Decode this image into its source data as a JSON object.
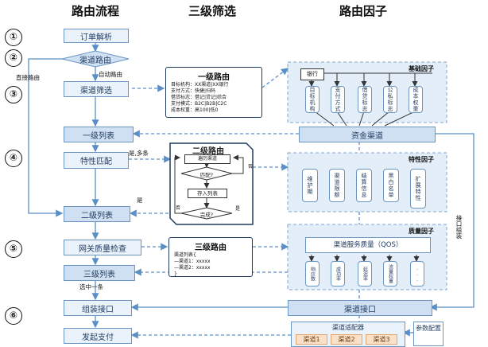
{
  "columns": {
    "flow": "路由流程",
    "filter": "三级筛选",
    "factor": "路由因子"
  },
  "steps": [
    "①",
    "②",
    "③",
    "④",
    "⑤",
    "⑥"
  ],
  "flow": {
    "order_parse": "订单解析",
    "channel_route": "渠道路由",
    "channel_filter": "渠道筛选",
    "list1": "一级列表",
    "feature_match": "特性匹配",
    "list2": "二级列表",
    "gateway_check": "网关质量检查",
    "list3": "三级列表",
    "assemble": "组装接口",
    "pay": "发起支付"
  },
  "edge_labels": {
    "direct": "直接路由",
    "auto": "自动路由",
    "multi": "是,多条",
    "yes": "是",
    "pick_one": "选中一条",
    "iface_assemble": "接口组装"
  },
  "level1": {
    "title": "一级路由",
    "lines": [
      "目标机构：XX渠道|XX银行",
      "支付方式：快捷|扫码",
      "借贷标志：借记|贷记|综合",
      "支付模式：B2C|B2B|C2C",
      "成本权重：高100|低0"
    ]
  },
  "level2": {
    "title": "二级路由",
    "traverse": "遍历渠道",
    "match": "匹配?",
    "save": "存入列表",
    "done": "完成?",
    "no_right": "否",
    "no_left": "否",
    "yes_right": "是"
  },
  "level3": {
    "title": "三级路由",
    "lines": [
      "渠道列表{",
      "—渠道1：xxxxx",
      "—渠道2：xxxxx",
      "}"
    ]
  },
  "basic": {
    "title": "基础因子",
    "bank": "银行",
    "items": [
      "目标机构",
      "支付方式",
      "借贷标志",
      "公私标志",
      "成本权重"
    ]
  },
  "fund_channel": "资金渠道",
  "feature": {
    "title": "特性因子",
    "items": [
      "维护期",
      "渠道限额",
      "结算信息",
      "黑白名单",
      "扩展特性"
    ]
  },
  "quality": {
    "title": "质量因子",
    "service": "渠道服务质量（QOS）",
    "items": [
      "响应数",
      "成功率",
      "延迟率",
      "流量权重",
      "..."
    ]
  },
  "channel_iface": "渠道接口",
  "adapter": {
    "title": "渠道适配器",
    "items": [
      "渠道1",
      "渠道2",
      "渠道3"
    ]
  },
  "params": "参数配置",
  "colors": {
    "box_fill": "#eaf2fb",
    "box_border": "#6b96c4",
    "region_fill": "#e3eef9",
    "arrow": "#5b8fc7",
    "adapter_fill": "#fbe0c8"
  }
}
